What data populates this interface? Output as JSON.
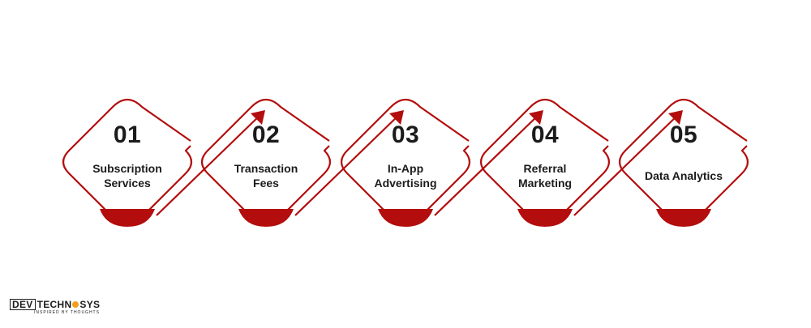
{
  "steps": [
    {
      "number": "01",
      "label_lines": [
        "Subscription",
        "Services"
      ]
    },
    {
      "number": "02",
      "label_lines": [
        "Transaction",
        "Fees"
      ]
    },
    {
      "number": "03",
      "label_lines": [
        "In-App",
        "Advertising"
      ]
    },
    {
      "number": "04",
      "label_lines": [
        "Referral",
        "Marketing"
      ]
    },
    {
      "number": "05",
      "label_lines": [
        "Data Analytics"
      ]
    }
  ],
  "colors": {
    "accent": "#b30d0d",
    "text": "#1b1b1b",
    "logo_dot": "#f2a01c"
  },
  "logo": {
    "dev": "DEV",
    "techn": "TECHN",
    "sys": "SYS",
    "tagline": "INSPIRED BY THOUGHTS"
  }
}
